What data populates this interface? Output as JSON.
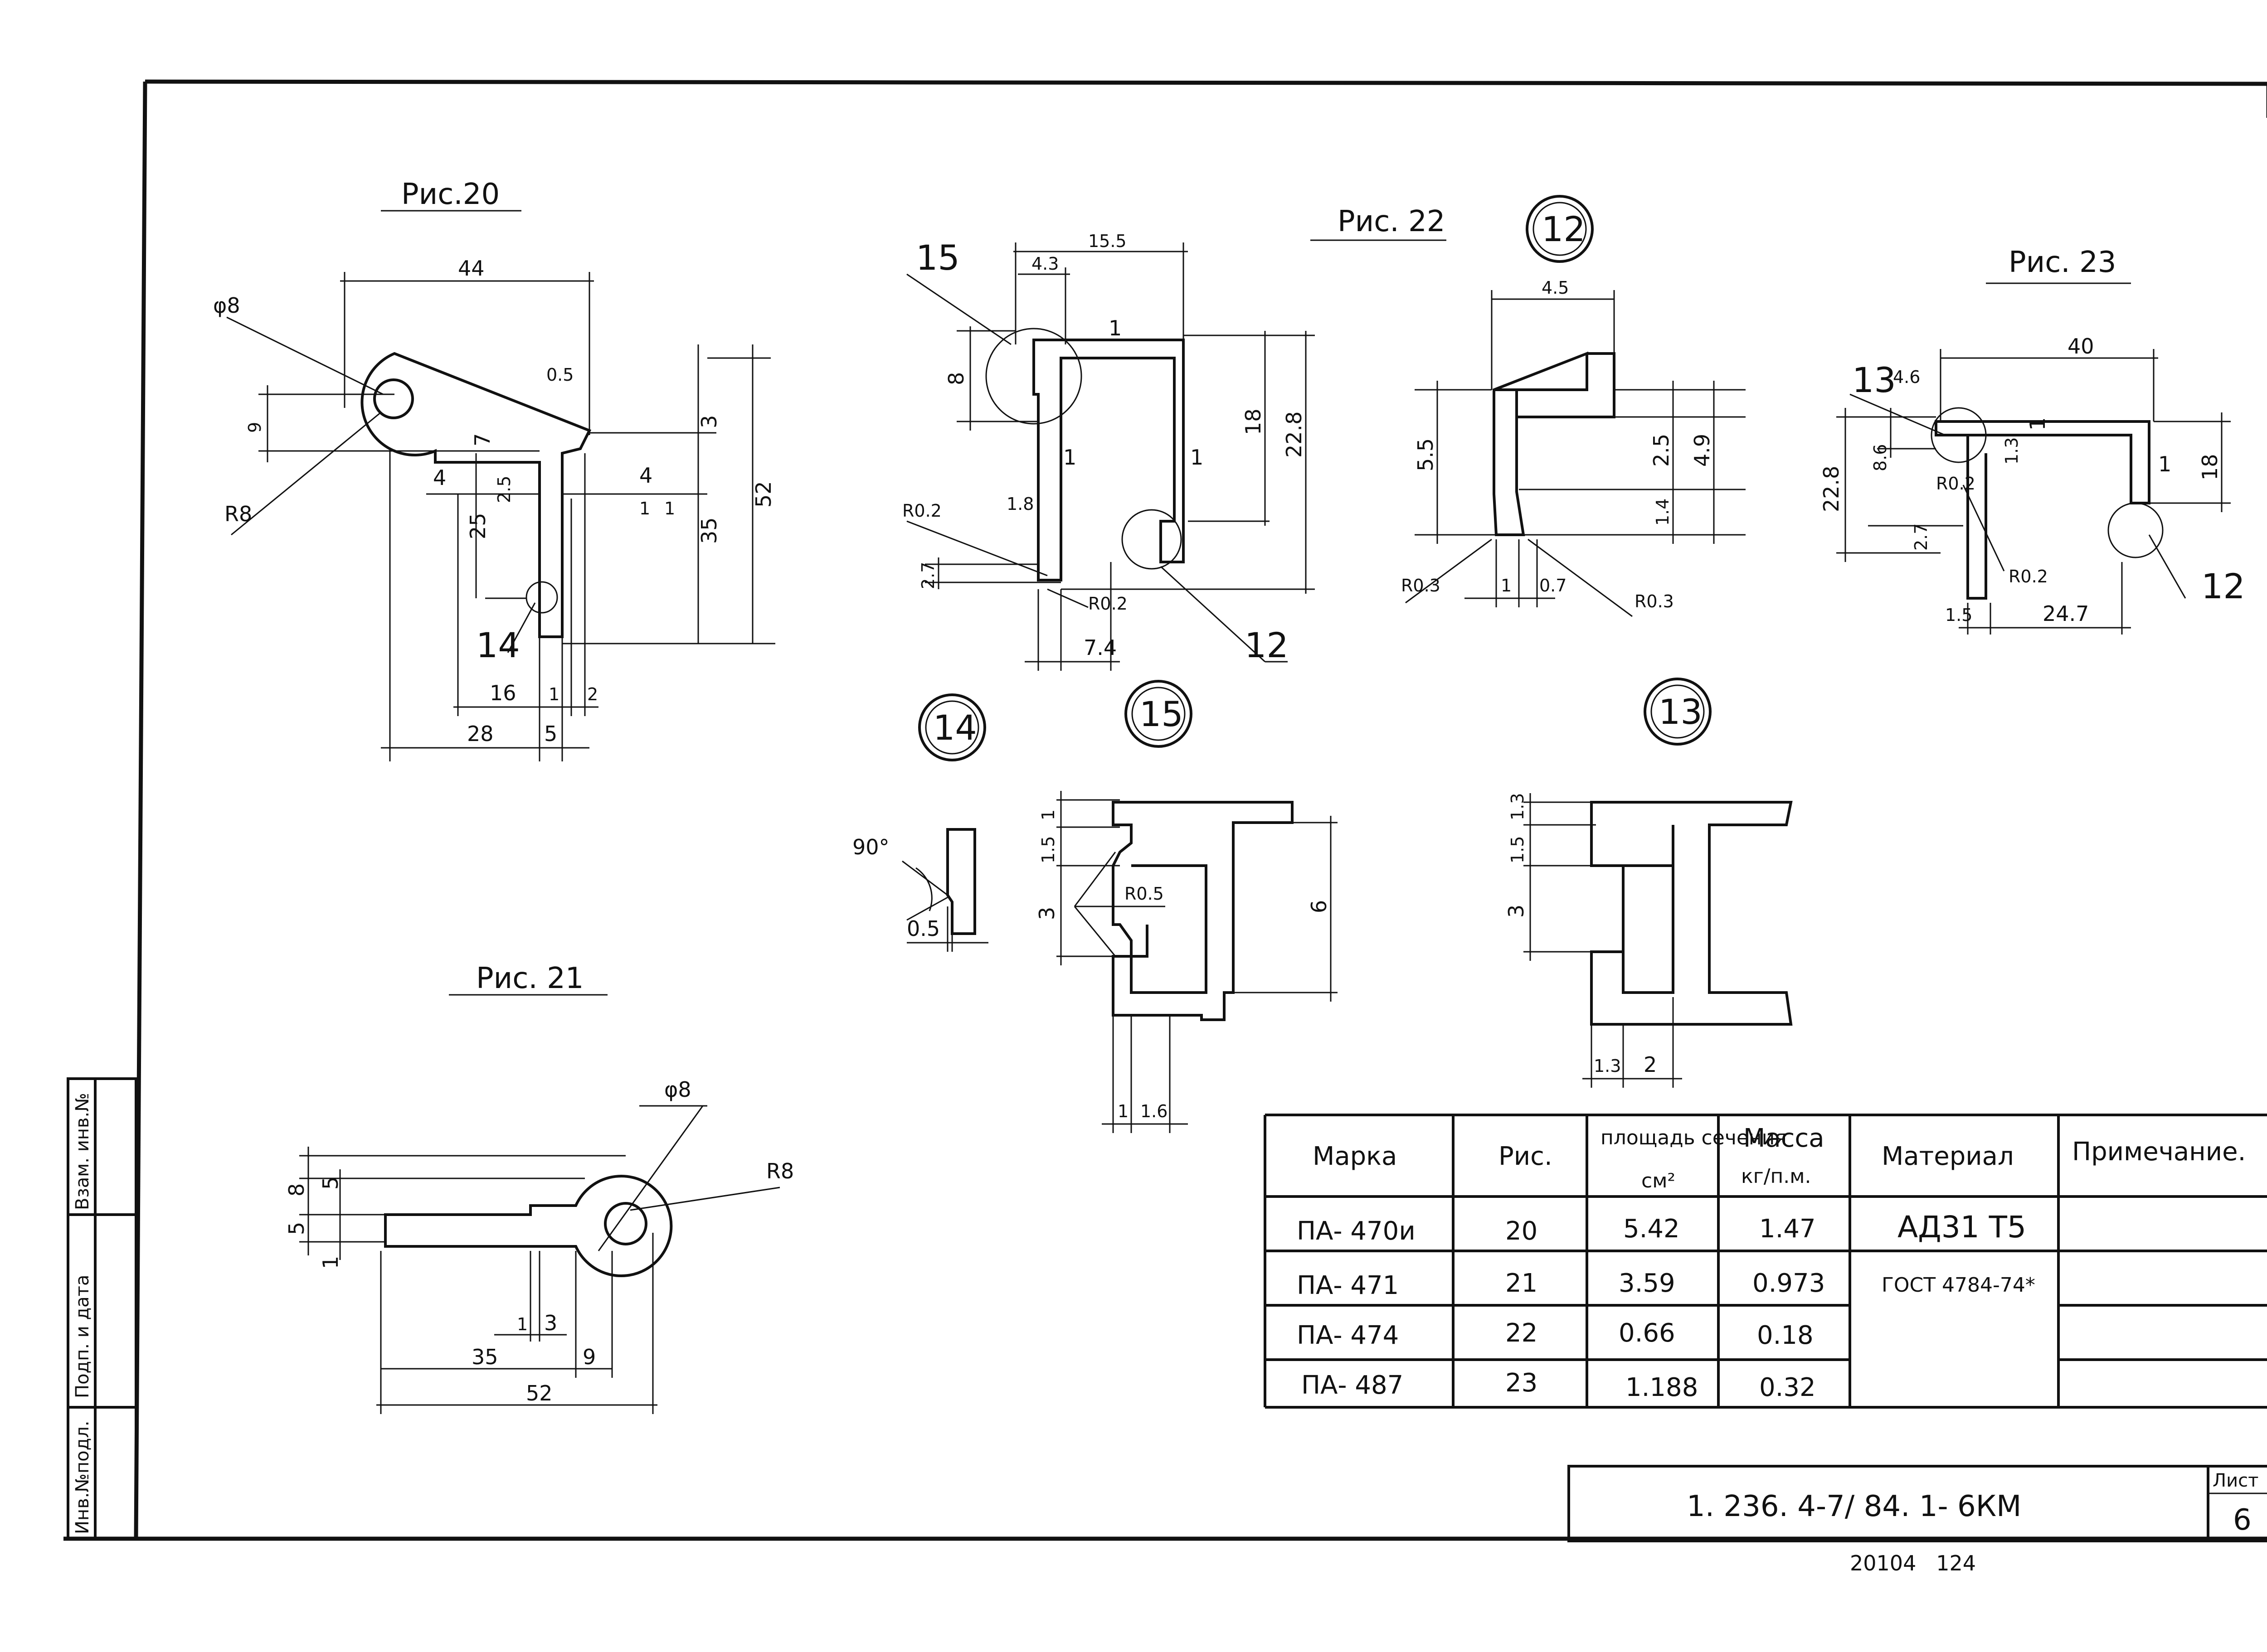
{
  "figures": {
    "fig20": "Рис.20",
    "fig21": "Рис. 21",
    "fig22": "Рис. 22",
    "fig23": "Рис. 23"
  },
  "callouts": [
    "12",
    "14",
    "15",
    "13"
  ],
  "fig20": {
    "dims": [
      "44",
      "φ8",
      "0.5",
      "9",
      "7",
      "3",
      "4",
      "2.5",
      "4",
      "1",
      "1",
      "25",
      "35",
      "52",
      "R8",
      "14",
      "16",
      "1",
      "2",
      "28",
      "5"
    ]
  },
  "fig21": {
    "dims": [
      "φ8",
      "R8",
      "5",
      "8",
      "5",
      "1",
      "1",
      "3",
      "35",
      "9",
      "52"
    ]
  },
  "fig22": {
    "dims": [
      "15.5",
      "4.3",
      "15",
      "1",
      "8",
      "18",
      "22.8",
      "1",
      "1",
      "1.8",
      "R0.2",
      "2.7",
      "R0.2",
      "7.4",
      "12"
    ]
  },
  "fig_p12": {
    "dims": [
      "4.5",
      "5.5",
      "2.5",
      "4.9",
      "1.4",
      "R0.3",
      "1",
      "0.7",
      "R0.3"
    ]
  },
  "fig23": {
    "dims": [
      "40",
      "13",
      "4.6",
      "1",
      "8.6",
      "22.8",
      "1.3",
      "R0.2",
      "1",
      "18",
      "2.7",
      "R0.2",
      "1.5",
      "24.7",
      "12"
    ]
  },
  "detail14": {
    "dims": [
      "90°",
      "0.5"
    ]
  },
  "detail15": {
    "dims": [
      "1.5",
      "1",
      "3",
      "R0.5",
      "6",
      "1",
      "1.6"
    ]
  },
  "detail13": {
    "dims": [
      "1.3",
      "1.5",
      "3",
      "1.3",
      "2"
    ]
  },
  "table": {
    "headers": [
      "Марка",
      "Рис.",
      "площадь сечения",
      "см²",
      "Масса",
      "кг/п.м.",
      "Материал",
      "Примечание."
    ],
    "rows": [
      {
        "mark": "ПА- 470и",
        "fig": "20",
        "area": "5.42",
        "mass": "1.47"
      },
      {
        "mark": "ПА- 471",
        "fig": "21",
        "area": "3.59",
        "mass": "0.973"
      },
      {
        "mark": "ПА- 474",
        "fig": "22",
        "area": "0.66",
        "mass": "0.18"
      },
      {
        "mark": "ПА- 487",
        "fig": "23",
        "area": "1.188",
        "mass": "0.32"
      }
    ],
    "material_1": "АД31 Т5",
    "material_2": "ГОСТ 4784-74*"
  },
  "side_stamp": [
    "Инв.№подл.",
    "Подп. и дата",
    "Взам. инв.№"
  ],
  "title_block": {
    "doc_code": "1. 236. 4-7/ 84. 1- 6КМ",
    "sheet_label": "Лист",
    "sheet_no": "6"
  },
  "footer": "20104   124"
}
